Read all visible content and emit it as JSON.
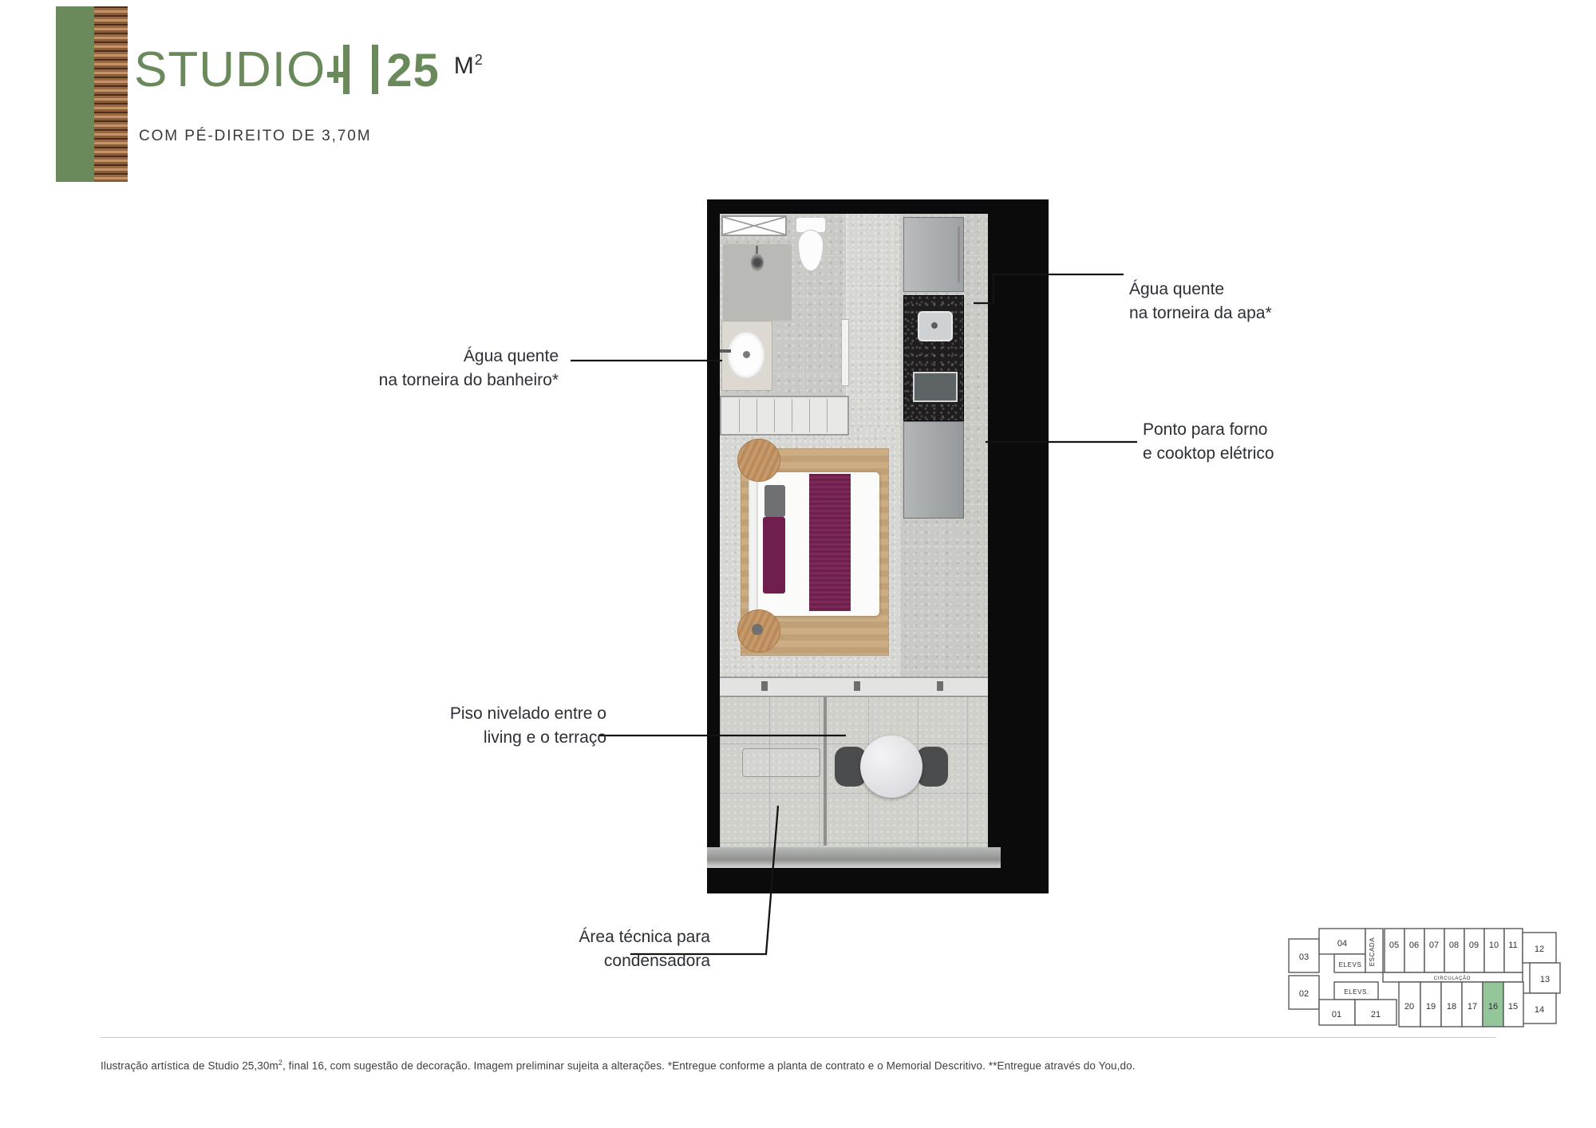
{
  "header": {
    "title_main": "STUDIO",
    "title_area": "25",
    "title_unit": "M",
    "title_unit_sup": "2",
    "subtitle": "COM PÉ-DIREITO DE 3,70M",
    "brand_green": "#6b8a5c"
  },
  "annotations": [
    {
      "id": "hot-water-bathroom",
      "line1": "Água quente",
      "line2": "na torneira do banheiro*",
      "side": "left"
    },
    {
      "id": "hot-water-sink",
      "line1": "Água quente",
      "line2": "na torneira da apa*",
      "side": "right"
    },
    {
      "id": "oven-cooktop",
      "line1": "Ponto para forno",
      "line2": "e cooktop elétrico",
      "side": "right"
    },
    {
      "id": "level-floor",
      "line1": "Piso nivelado entre o",
      "line2": "living e o terraço",
      "side": "left"
    },
    {
      "id": "technical-area",
      "line1": "Área técnica para",
      "line2": "condensadora",
      "side": "left"
    }
  ],
  "keyplan": {
    "highlight_color": "#93c79a",
    "highlighted_unit": "16",
    "labels": {
      "escada": "ESCADA",
      "elevs_top": "ELEVS",
      "elevs_bottom": "ELEVS.",
      "circulacao": "CIRCULAÇÃO"
    },
    "units_left": [
      "03",
      "02"
    ],
    "units_top": [
      "04",
      "05",
      "06",
      "07",
      "08",
      "09",
      "10",
      "11",
      "12"
    ],
    "units_right": [
      "13",
      "14"
    ],
    "units_bottom": [
      "01",
      "21",
      "20",
      "19",
      "18",
      "17",
      "16",
      "15"
    ]
  },
  "footer": {
    "disclaimer_part1": "Ilustração artística de Studio 25,30m",
    "disclaimer_sup": "2",
    "disclaimer_part2": ", final 16, com sugestão de decoração. Imagem preliminar sujeita a alterações. *Entregue conforme a planta de contrato e o Memorial Descritivo. **Entregue através do You,do."
  }
}
